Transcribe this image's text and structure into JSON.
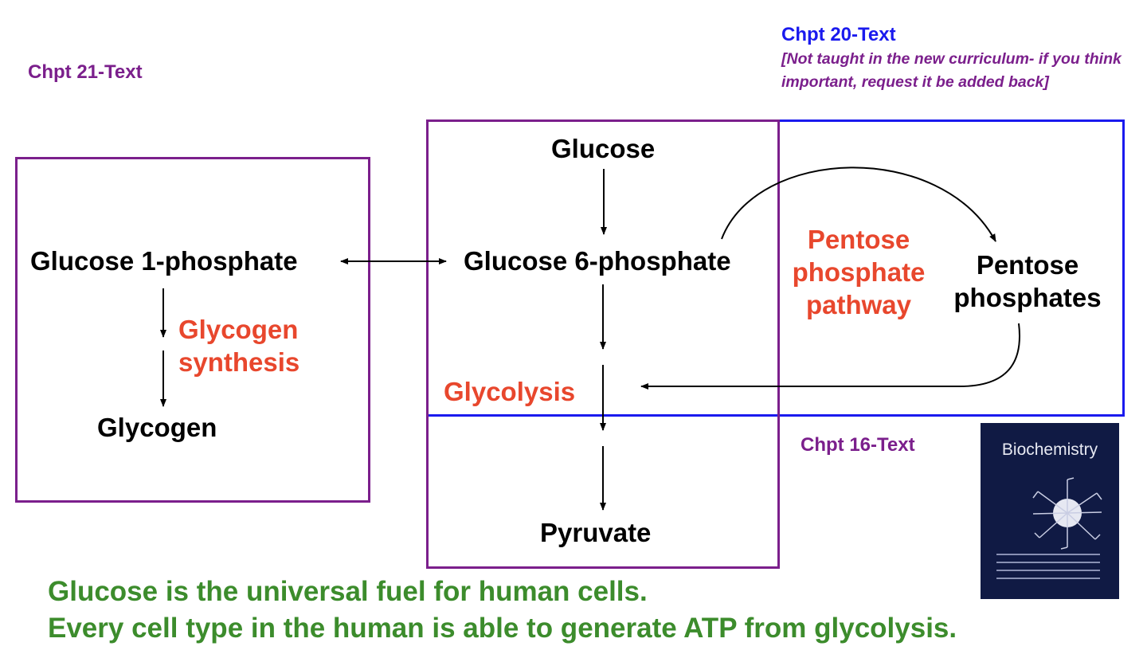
{
  "chapters": {
    "chpt21": "Chpt 21-Text",
    "chpt20": "Chpt 20-Text",
    "chpt20_note": "[Not taught in the new curriculum- if you think important, request it be added back]",
    "chpt16": "Chpt 16-Text"
  },
  "nodes": {
    "glucose": "Glucose",
    "g1p": "Glucose 1-phosphate",
    "g6p": "Glucose 6-phosphate",
    "glycogen": "Glycogen",
    "pyruvate": "Pyruvate",
    "pentose_phosphates_1": "Pentose",
    "pentose_phosphates_2": "phosphates"
  },
  "pathways": {
    "glycogen_synthesis_1": "Glycogen",
    "glycogen_synthesis_2": "synthesis",
    "ppp_1": "Pentose",
    "ppp_2": "phosphate",
    "ppp_3": "pathway",
    "glycolysis": "Glycolysis"
  },
  "footer": {
    "line1": "Glucose is the universal fuel for human cells.",
    "line2": "Every cell type in the human is able to generate ATP from glycolysis."
  },
  "book": {
    "title": "Biochemistry"
  },
  "colors": {
    "purple": "#7b1f8c",
    "blue": "#1a1aee",
    "red": "#e8472d",
    "green": "#3c8c2c",
    "book_cover": "#101a44"
  }
}
